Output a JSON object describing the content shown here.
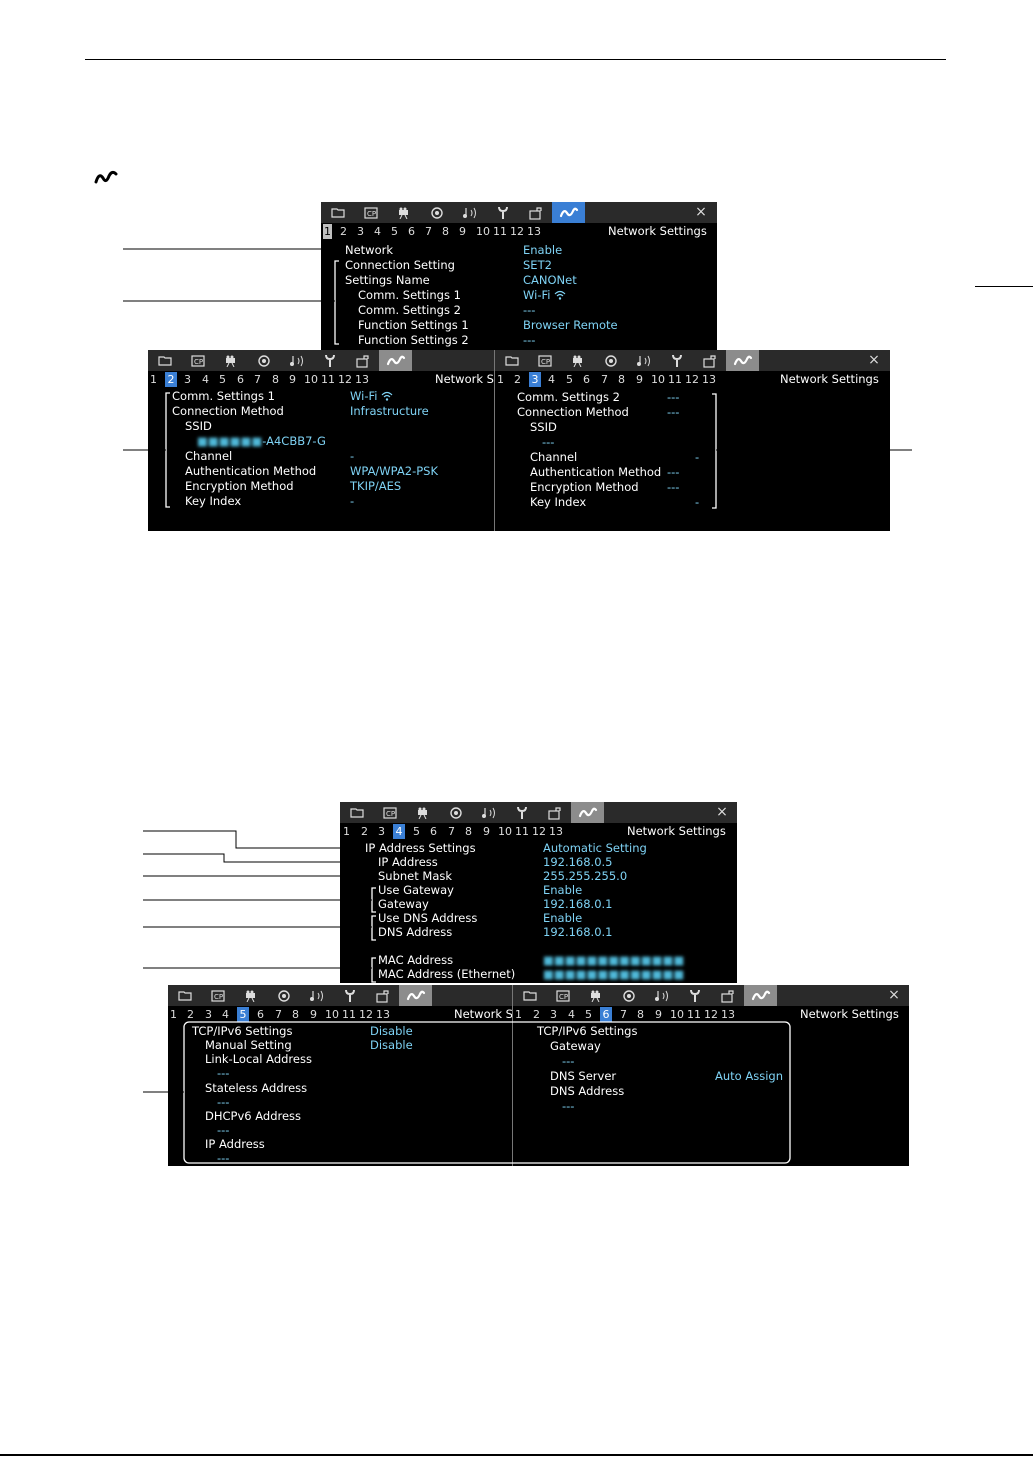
{
  "page": {
    "section_icon": "network-wave-icon"
  },
  "tab_icons": [
    "recording-media-icon",
    "custom-picture-icon",
    "camera-icon",
    "assist-function-icon",
    "audio-icon",
    "wrench-icon",
    "system-setup-icon",
    "network-icon"
  ],
  "page_numbers": [
    "1",
    "2",
    "3",
    "4",
    "5",
    "6",
    "7",
    "8",
    "9",
    "10",
    "11",
    "12",
    "13"
  ],
  "common": {
    "title": "Network Settings",
    "title_cut": "Network S",
    "close": "×"
  },
  "panel1": {
    "rows": [
      {
        "label": "Network",
        "value": "Enable"
      },
      {
        "label": "Connection Setting",
        "value": "SET2"
      },
      {
        "label": "Settings Name",
        "value": "CANONet"
      },
      {
        "label": "Comm. Settings 1",
        "value": "Wi-Fi"
      },
      {
        "label": "Comm. Settings 2",
        "value": "---"
      },
      {
        "label": "Function Settings 1",
        "value": "Browser Remote"
      },
      {
        "label": "Function Settings 2",
        "value": "---"
      }
    ]
  },
  "panel2": {
    "rows": [
      {
        "label": "Comm. Settings 1",
        "value": "Wi-Fi"
      },
      {
        "label": "Connection Method",
        "value": "Infrastructure"
      },
      {
        "label": "SSID",
        "value": ""
      },
      {
        "label": "",
        "value": "-A4CBB7-G"
      },
      {
        "label": "Channel",
        "value": "-"
      },
      {
        "label": "Authentication Method",
        "value": "WPA/WPA2-PSK"
      },
      {
        "label": "Encryption Method",
        "value": "TKIP/AES"
      },
      {
        "label": "Key Index",
        "value": "-"
      }
    ]
  },
  "panel3": {
    "rows": [
      {
        "label": "Comm. Settings 2",
        "value": "---"
      },
      {
        "label": "Connection Method",
        "value": "---"
      },
      {
        "label": "SSID",
        "value": ""
      },
      {
        "label": "",
        "value": "---"
      },
      {
        "label": "Channel",
        "value": "-"
      },
      {
        "label": "Authentication Method",
        "value": "---"
      },
      {
        "label": "Encryption Method",
        "value": "---"
      },
      {
        "label": "Key Index",
        "value": "-"
      }
    ]
  },
  "panel4": {
    "rows": [
      {
        "label": "IP Address Settings",
        "value": "Automatic Setting"
      },
      {
        "label": "IP Address",
        "value": "192.168.0.5"
      },
      {
        "label": "Subnet Mask",
        "value": "255.255.255.0"
      },
      {
        "label": "Use Gateway",
        "value": "Enable"
      },
      {
        "label": "Gateway",
        "value": "192.168.0.1"
      },
      {
        "label": "Use DNS Address",
        "value": "Enable"
      },
      {
        "label": "DNS Address",
        "value": "192.168.0.1"
      },
      {
        "label": "MAC Address",
        "value": ""
      },
      {
        "label": "MAC Address (Ethernet)",
        "value": ""
      }
    ]
  },
  "panel5": {
    "rows": [
      {
        "label": "TCP/IPv6 Settings",
        "value": "Disable"
      },
      {
        "label": "Manual Setting",
        "value": "Disable"
      },
      {
        "label": "Link-Local Address",
        "value": ""
      },
      {
        "label": "",
        "value": "---"
      },
      {
        "label": "Stateless Address",
        "value": ""
      },
      {
        "label": "",
        "value": "---"
      },
      {
        "label": "DHCPv6 Address",
        "value": ""
      },
      {
        "label": "",
        "value": "---"
      },
      {
        "label": "IP Address",
        "value": ""
      },
      {
        "label": "",
        "value": "---"
      }
    ]
  },
  "panel6": {
    "rows": [
      {
        "label": "TCP/IPv6 Settings",
        "value": ""
      },
      {
        "label": "Gateway",
        "value": ""
      },
      {
        "label": "",
        "value": "---"
      },
      {
        "label": "DNS Server",
        "value": "Auto Assign"
      },
      {
        "label": "DNS Address",
        "value": ""
      },
      {
        "label": "",
        "value": "---"
      }
    ]
  }
}
